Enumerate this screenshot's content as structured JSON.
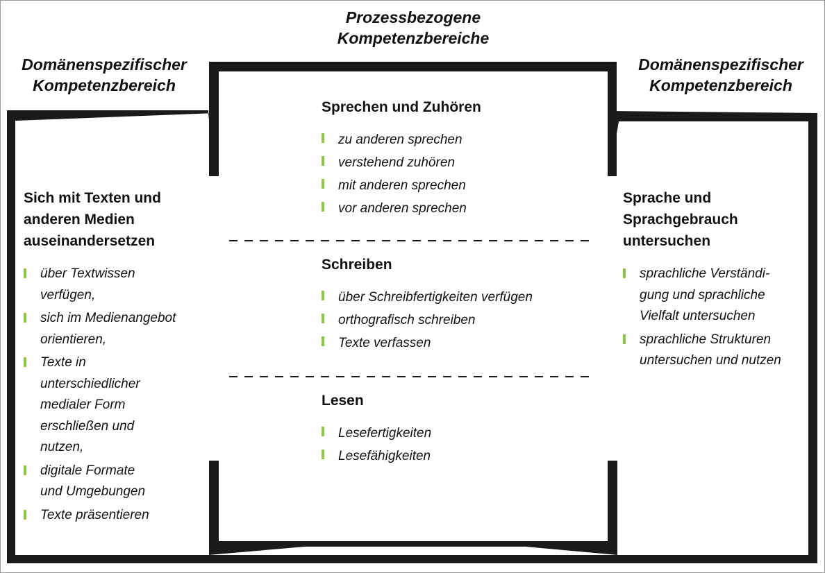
{
  "colors": {
    "accent": "#8dc74a",
    "frame": "#1a1a1a"
  },
  "headings": {
    "top": "Prozessbezogene\nKompetenzbereiche",
    "left": "Domänenspezifischer\nKompetenzbereich",
    "right": "Domänenspezifischer\nKompetenzbereich"
  },
  "left_column": {
    "title": "Sich mit Texten und\nanderen Medien\nauseinandersetzen",
    "items": [
      "über Textwissen\nverfügen,",
      "sich im Medienangebot\norientieren,",
      "Texte in\nunterschiedlicher\nmedialer Form\nerschließen und\nnutzen,",
      "digitale Formate\nund Umgebungen",
      "Texte präsentieren"
    ]
  },
  "center_sections": [
    {
      "title": "Sprechen und Zuhören",
      "items": [
        "zu anderen sprechen",
        "verstehend zuhören",
        "mit anderen sprechen",
        "vor anderen sprechen"
      ]
    },
    {
      "title": "Schreiben",
      "items": [
        "über Schreibfertigkeiten verfügen",
        "orthografisch schreiben",
        "Texte verfassen"
      ]
    },
    {
      "title": "Lesen",
      "items": [
        "Lesefertigkeiten",
        "Lesefähigkeiten"
      ]
    }
  ],
  "right_column": {
    "title": "Sprache und\nSprachgebrauch\nuntersuchen",
    "items": [
      "sprachliche Verständi-\ngung und sprachliche\nVielfalt untersuchen",
      "sprachliche Strukturen\nuntersuchen und nutzen"
    ]
  }
}
